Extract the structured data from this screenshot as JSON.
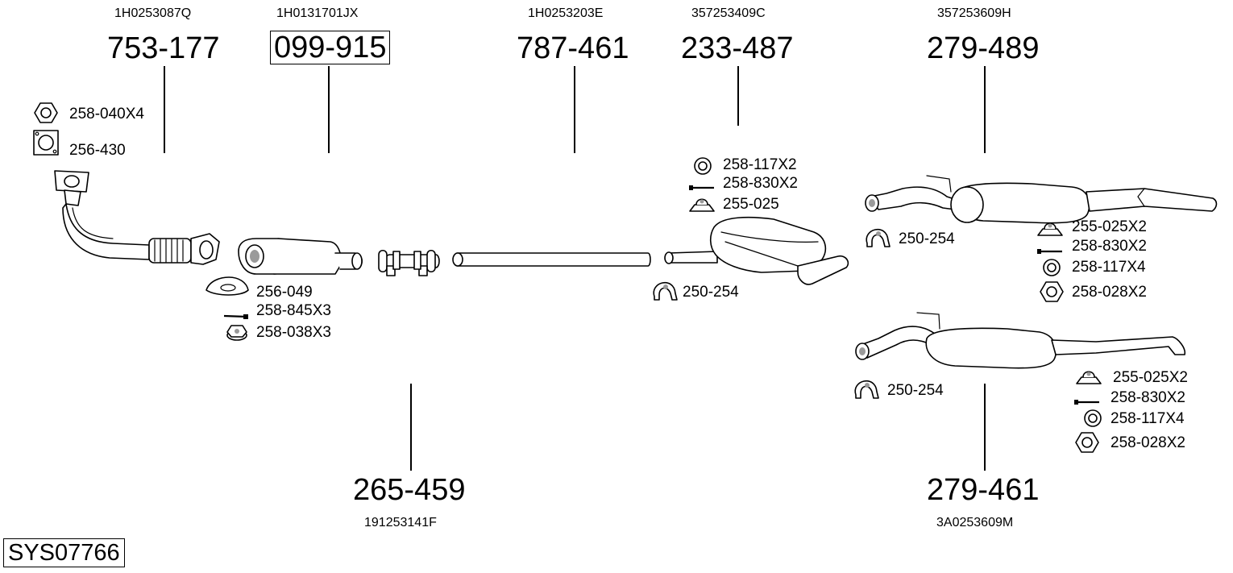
{
  "system_code": "SYS07766",
  "parts": [
    {
      "number": "753-177",
      "oem": "1H0253087Q",
      "boxed": false
    },
    {
      "number": "099-915",
      "oem": "1H0131701JX",
      "boxed": true
    },
    {
      "number": "787-461",
      "oem": "1H0253203E",
      "boxed": false
    },
    {
      "number": "233-487",
      "oem": "357253409C",
      "boxed": false
    },
    {
      "number": "279-489",
      "oem": "357253609H",
      "boxed": false
    },
    {
      "number": "265-459",
      "oem": "191253141F",
      "boxed": false
    },
    {
      "number": "279-461",
      "oem": "3A0253609M",
      "boxed": false
    }
  ],
  "accessories": {
    "nut_040": "258-040X4",
    "gasket_430": "256-430",
    "gasket_049": "256-049",
    "bolt_845": "258-845X3",
    "nut_038": "258-038X3",
    "ring_117_front": "258-117X2",
    "bolt_830_front": "258-830X2",
    "mount_025_front": "255-025",
    "clamp_254_middle": "250-254",
    "clamp_254_rear_upper": "250-254",
    "mount_025_rear_upper": "255-025X2",
    "bolt_830_rear_upper": "258-830X2",
    "ring_117_rear_upper": "258-117X4",
    "nut_028_rear_upper": "258-028X2",
    "clamp_254_rear_lower": "250-254",
    "mount_025_rear_lower": "255-025X2",
    "bolt_830_rear_lower": "258-830X2",
    "ring_117_rear_lower": "258-117X4",
    "nut_028_rear_lower": "258-028X2"
  }
}
